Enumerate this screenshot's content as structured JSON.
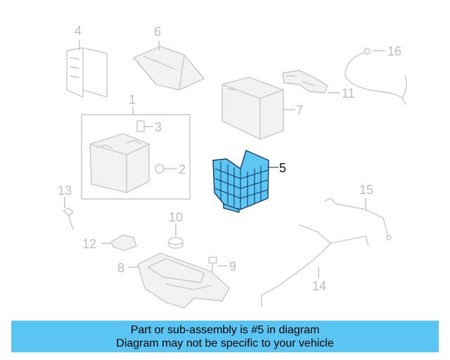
{
  "diagram": {
    "highlighted_part": "5",
    "callouts": {
      "c1": "1",
      "c2": "2",
      "c3": "3",
      "c4": "4",
      "c5": "5",
      "c6": "6",
      "c7": "7",
      "c8": "8",
      "c9": "9",
      "c10": "10",
      "c11": "11",
      "c12": "12",
      "c13": "13",
      "c14": "14",
      "c15": "15",
      "c16": "16"
    },
    "colors": {
      "highlight_fill": "#5bc7f2",
      "highlight_outline": "#1b3a66",
      "ghost": "#c8c8c8",
      "banner": "#5ac4f3"
    }
  },
  "banner": {
    "line1": "Part or sub-assembly is #5 in diagram",
    "line2": "Diagram may not be specific to your vehicle"
  }
}
